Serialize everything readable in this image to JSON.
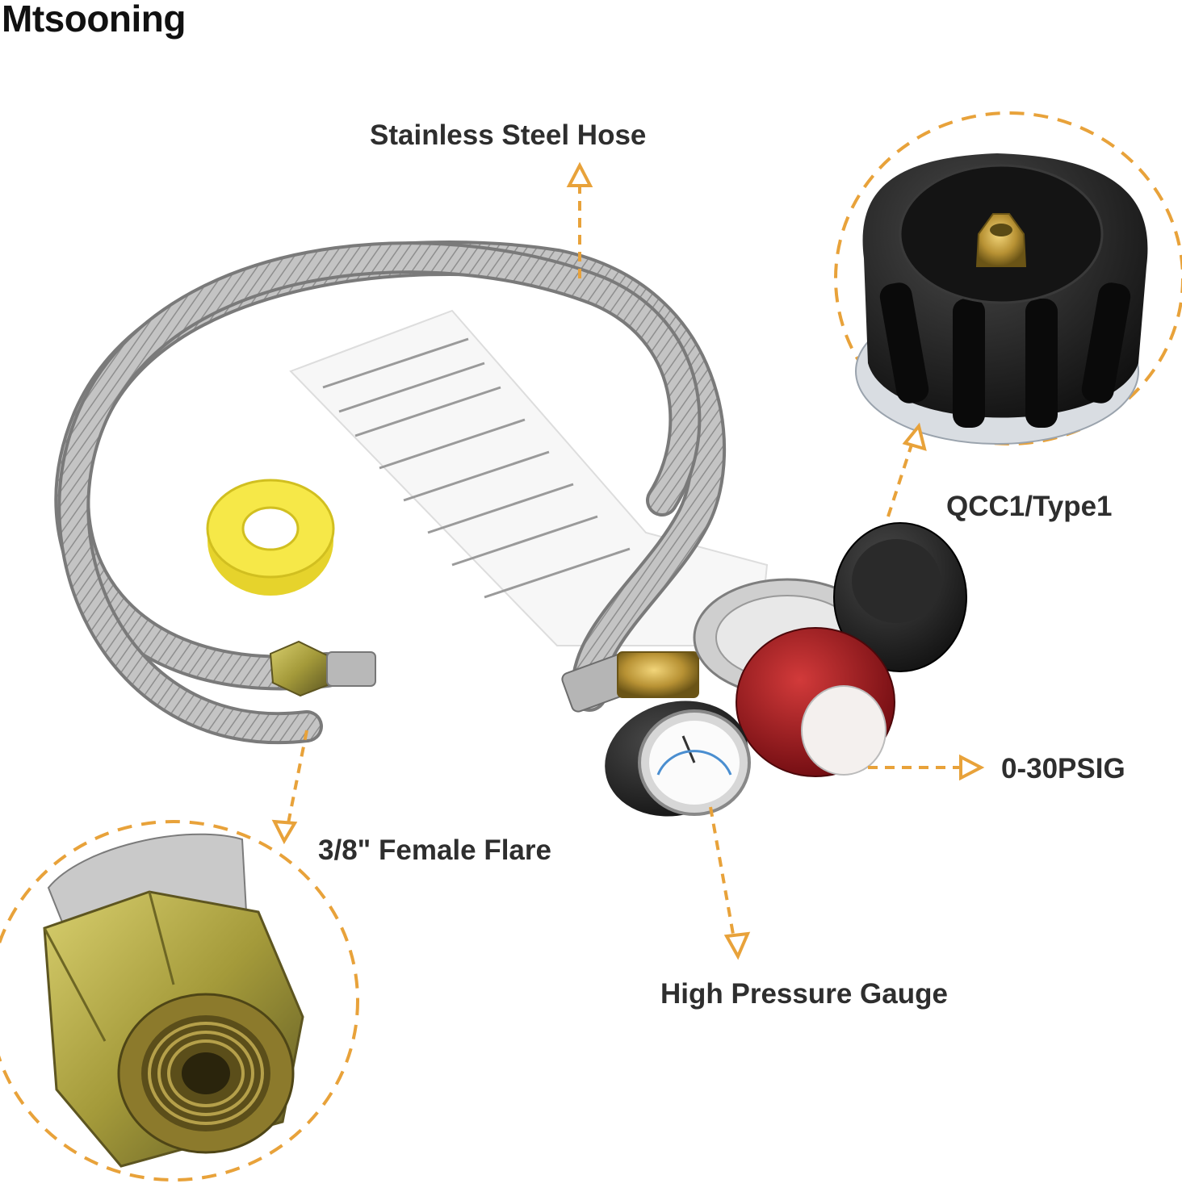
{
  "brand": "Mtsooning",
  "labels": {
    "hose": "Stainless Steel Hose",
    "qcc": "QCC1/Type1",
    "psig": "0-30PSIG",
    "flare": "3/8\" Female Flare",
    "gauge": "High Pressure Gauge"
  },
  "colors": {
    "callout": "#e8a23a",
    "hose": "#bcbcbc",
    "regulator_cap": "#a8141c",
    "qcc_nut": "#1c1c1c",
    "brass": "#c9a04a",
    "tape": "#f2e23a",
    "text": "#2e2e2e"
  },
  "icons": [
    "up-arrow-icon",
    "down-arrow-icon",
    "right-arrow-icon"
  ]
}
